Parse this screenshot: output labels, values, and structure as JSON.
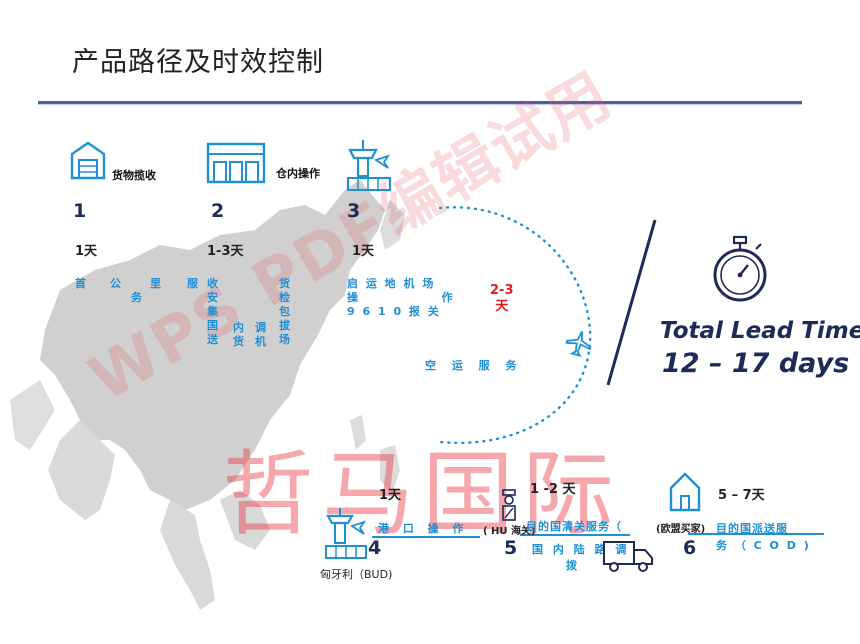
{
  "title": "产品路径及时效控制",
  "steps": [
    {
      "num": "1",
      "label": "货物揽收",
      "days": "1天",
      "desc": [
        "首",
        "公",
        "里",
        "服",
        "务"
      ]
    },
    {
      "num": "2",
      "label": "仓内操作",
      "days": "1-3天",
      "desc_col1": [
        "收",
        "安",
        "集",
        "国",
        "送"
      ],
      "desc_col2": [
        "货",
        "检",
        "包",
        "拔",
        "场"
      ],
      "desc_mid": [
        "内",
        "调",
        "货",
        "机"
      ]
    },
    {
      "num": "3",
      "days": "1天",
      "desc_line1": "启 运 地 机 场",
      "desc_line2": "操              作",
      "desc_line3": "9 6 1 0 报 关"
    },
    {
      "num": "4",
      "days": "1天",
      "desc": "港 口 操 作",
      "location": "匈牙利（BUD)"
    },
    {
      "num": "5",
      "days": "1 -2 天",
      "tag": "( HU 海关)",
      "desc_line1": "目的国清关服务（",
      "desc_line2": "国 内 陆 路 调",
      "desc_line3": "拨"
    },
    {
      "num": "6",
      "days": "5 – 7天",
      "tag": "(欧盟买家)",
      "desc_line1": "目的国派送服",
      "desc_line2": "务 （ C O D )"
    }
  ],
  "air": {
    "days_top": "2-3",
    "days_bottom": "天",
    "label": "空 运 服 务"
  },
  "total": {
    "title": "Total Lead Time",
    "days": "12 – 17 days"
  },
  "watermarks": {
    "wps": "WPS PDF编辑试用",
    "brand": "哲马国际"
  },
  "icons": {
    "step1": "warehouse-icon",
    "step2": "storefront-icon",
    "step3": "airport-tower-icon",
    "step4": "airport-tower-icon",
    "step5": "customs-officer-icon",
    "step6": "house-icon",
    "plane": "airplane-icon",
    "truck": "truck-icon",
    "stopwatch": "stopwatch-icon"
  },
  "colors": {
    "accent_blue": "#1f8fd6",
    "navy": "#1c2b57",
    "red": "#e8181e",
    "map_gray": "#cfcfcf"
  }
}
